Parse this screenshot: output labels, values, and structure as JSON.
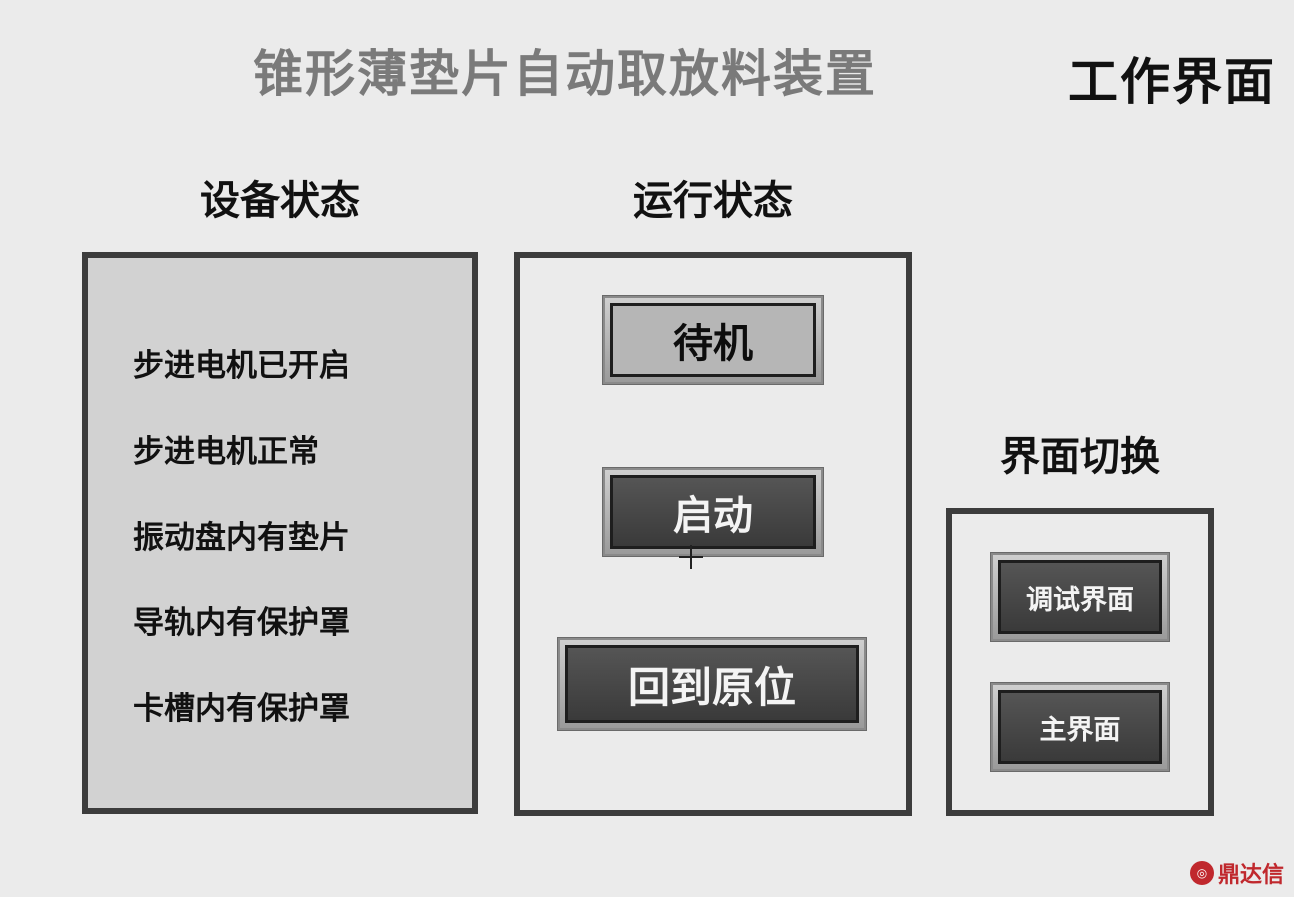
{
  "header": {
    "app_title": "锥形薄垫片自动取放料装置",
    "screen_label": "工作界面"
  },
  "device_status": {
    "heading": "设备状态",
    "items": [
      "步进电机已开启",
      "步进电机正常",
      "振动盘内有垫片",
      "导轨内有保护罩",
      "卡槽内有保护罩"
    ]
  },
  "run_status": {
    "heading": "运行状态",
    "standby_label": "待机",
    "start_label": "启动",
    "home_label": "回到原位"
  },
  "screen_switch": {
    "heading": "界面切换",
    "debug_label": "调试界面",
    "main_label": "主界面"
  },
  "watermark": {
    "text": "鼎达信",
    "color": "#c0282d"
  }
}
